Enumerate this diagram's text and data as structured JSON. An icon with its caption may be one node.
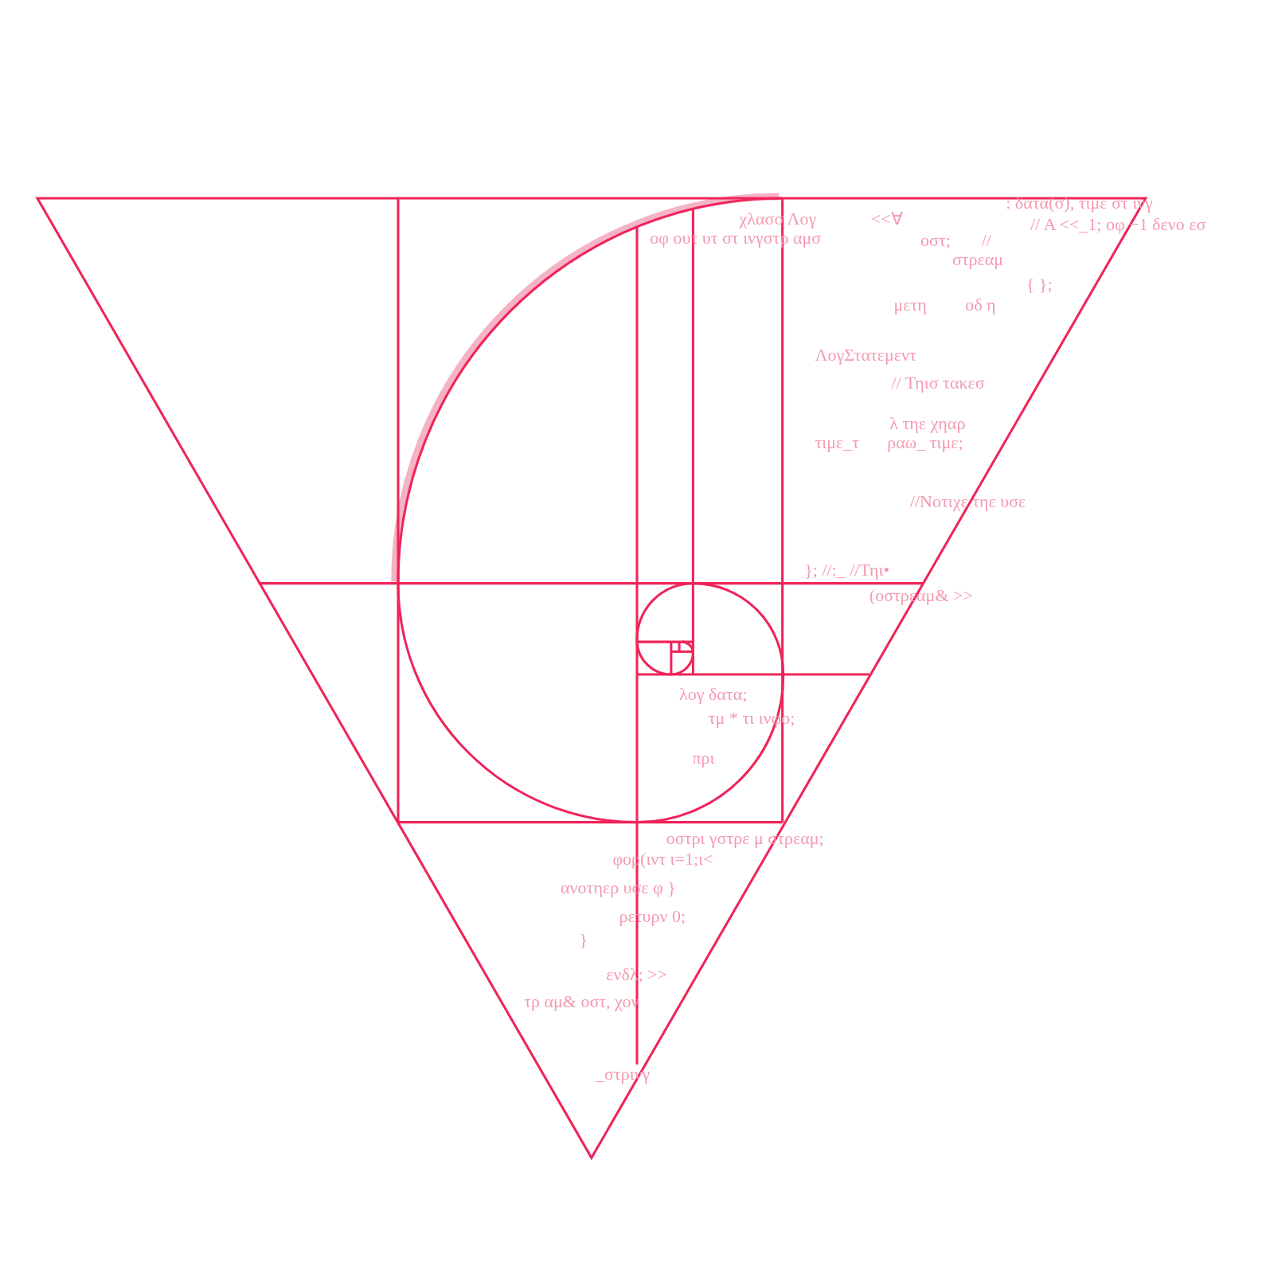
{
  "diagram": {
    "labels": [
      ": δατα(σ), τιμε στ ινγ",
      "χλασσ Λογ",
      "<<∀",
      "// Α <<_1; οφ −1 δενο εσ",
      "οφ ουτ υτ στ ινγστρ αμσ",
      "οστ;",
      "//",
      "στρεαμ",
      "{ };",
      "μετη",
      "οδ η",
      "ΛογΣτατεμεντ",
      "// Τηισ τακεσ",
      "λ τηε χηαρ",
      "τιμε_τ",
      "ραω_ τιμε;",
      "//Νοτιχε τηε υσε",
      "}; //:_ //Τηι•",
      "(οστρεαμ& >>",
      "λογ δατα;",
      "τμ * τι ινφο;",
      "πρι",
      "οστρι γστρε μ στρεαμ;",
      "φορ(ιντ ι=1;ι<",
      "ανοτηερ υσε φ }",
      "ρετυρν 0;",
      "}",
      "ενδλ; >>",
      "τρ αμ& οστ, χον",
      "_στρινγ"
    ]
  }
}
